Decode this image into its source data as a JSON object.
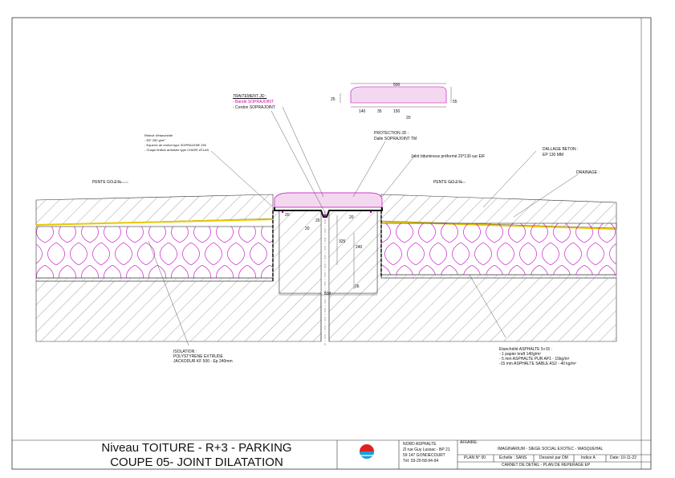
{
  "title_block": {
    "title_line1": "Niveau TOITURE - R+3 - PARKING",
    "title_line2": "COUPE 05-  JOINT DILATATION",
    "company": [
      "NORD ASPHALTE",
      "Zl rue Guy Lussac - BP 21",
      "59 147 GONDECOURT",
      "Tél: 03-20-58-94-94"
    ],
    "affaire_label": "AFFAIRE:",
    "affaire_value": "IMAGINARIUM - SIEGE SOCIAL EXOTEC - WASQUEHAL",
    "plan_no": "PLAN N° 00",
    "echelle": "Echelle : SANS",
    "dessine": "Dessiné par  DM",
    "indice": "Indice A",
    "date": "Date: 10-11-22",
    "carnet": "CARNET DE DETAIL - PLAN DE REPERAGE EP"
  },
  "labels": {
    "traitement_title": "TRAITEMENT JD :",
    "traitement_1": "- Bande SOPRAJOINT",
    "traitement_2": "- Cordon SOPRAJOINT",
    "releve_1": "Relevé d'étanchéité",
    "releve_2": "- EIF 250 g/m²",
    "releve_3": "- Equerre de renfort type SOPRALENE 250",
    "releve_4": "- Chape finition ardoisée type CHAPE ATLAS",
    "protection_1": "PROTECTION JD :",
    "protection_2": "Dalle SOPRAJOINT TM",
    "joint_bitumineux": "Joint bitumineux préformé 20*130 sur EIF",
    "dallage_1": "DALLAGE BETON :",
    "dallage_2": "EP 130 MM",
    "drainage": "DRAINAGE :",
    "pente_left": "PENTE GO 2 %",
    "pente_right": "PENTE GO 2 %",
    "isolation_1": "ISOLATION :",
    "isolation_2": "POLYSTYRENE EXTRUDE",
    "isolation_3": "JACKODUR KF 500 - Ep 240mm",
    "etancheite_1": "Etanchéité ASPHALTE 5+15 :",
    "etancheite_2": "- 1 papier kraft 140g/m²",
    "etancheite_3": "- 5 mm ASPHALTE PUR AP1 - 15kg/m²",
    "etancheite_4": "-15 mm ASPHALTE SABLE AS2 - 40 kg/m²"
  },
  "dimensions": {
    "top_500": "500",
    "top_55": "55",
    "top_25": "25",
    "top_140": "140",
    "top_35": "35",
    "top_150": "150",
    "top_20": "20",
    "d_20a": "20",
    "d_20b": "20",
    "d_20c": "20",
    "d_20d": "20",
    "d_325": "325",
    "d_240": "240",
    "d_26": "26",
    "d_500": "500"
  },
  "colors": {
    "insulation": "#c000c0",
    "membrane_yellow": "#e8c800",
    "line": "#222222",
    "hatch": "#555555"
  }
}
